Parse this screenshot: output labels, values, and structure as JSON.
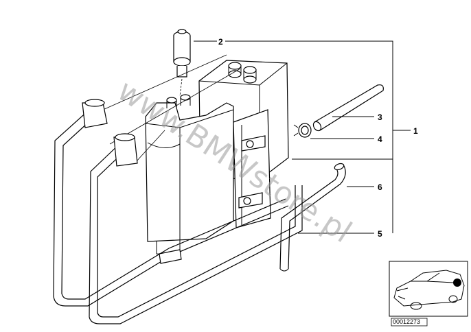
{
  "diagram": {
    "callouts": [
      {
        "id": "c1",
        "label": "1"
      },
      {
        "id": "c2",
        "label": "2"
      },
      {
        "id": "c3",
        "label": "3"
      },
      {
        "id": "c4",
        "label": "4"
      },
      {
        "id": "c5",
        "label": "5"
      },
      {
        "id": "c6",
        "label": "6"
      }
    ],
    "watermark": "www.BMWstore.pl",
    "reference_number": "00012273"
  }
}
